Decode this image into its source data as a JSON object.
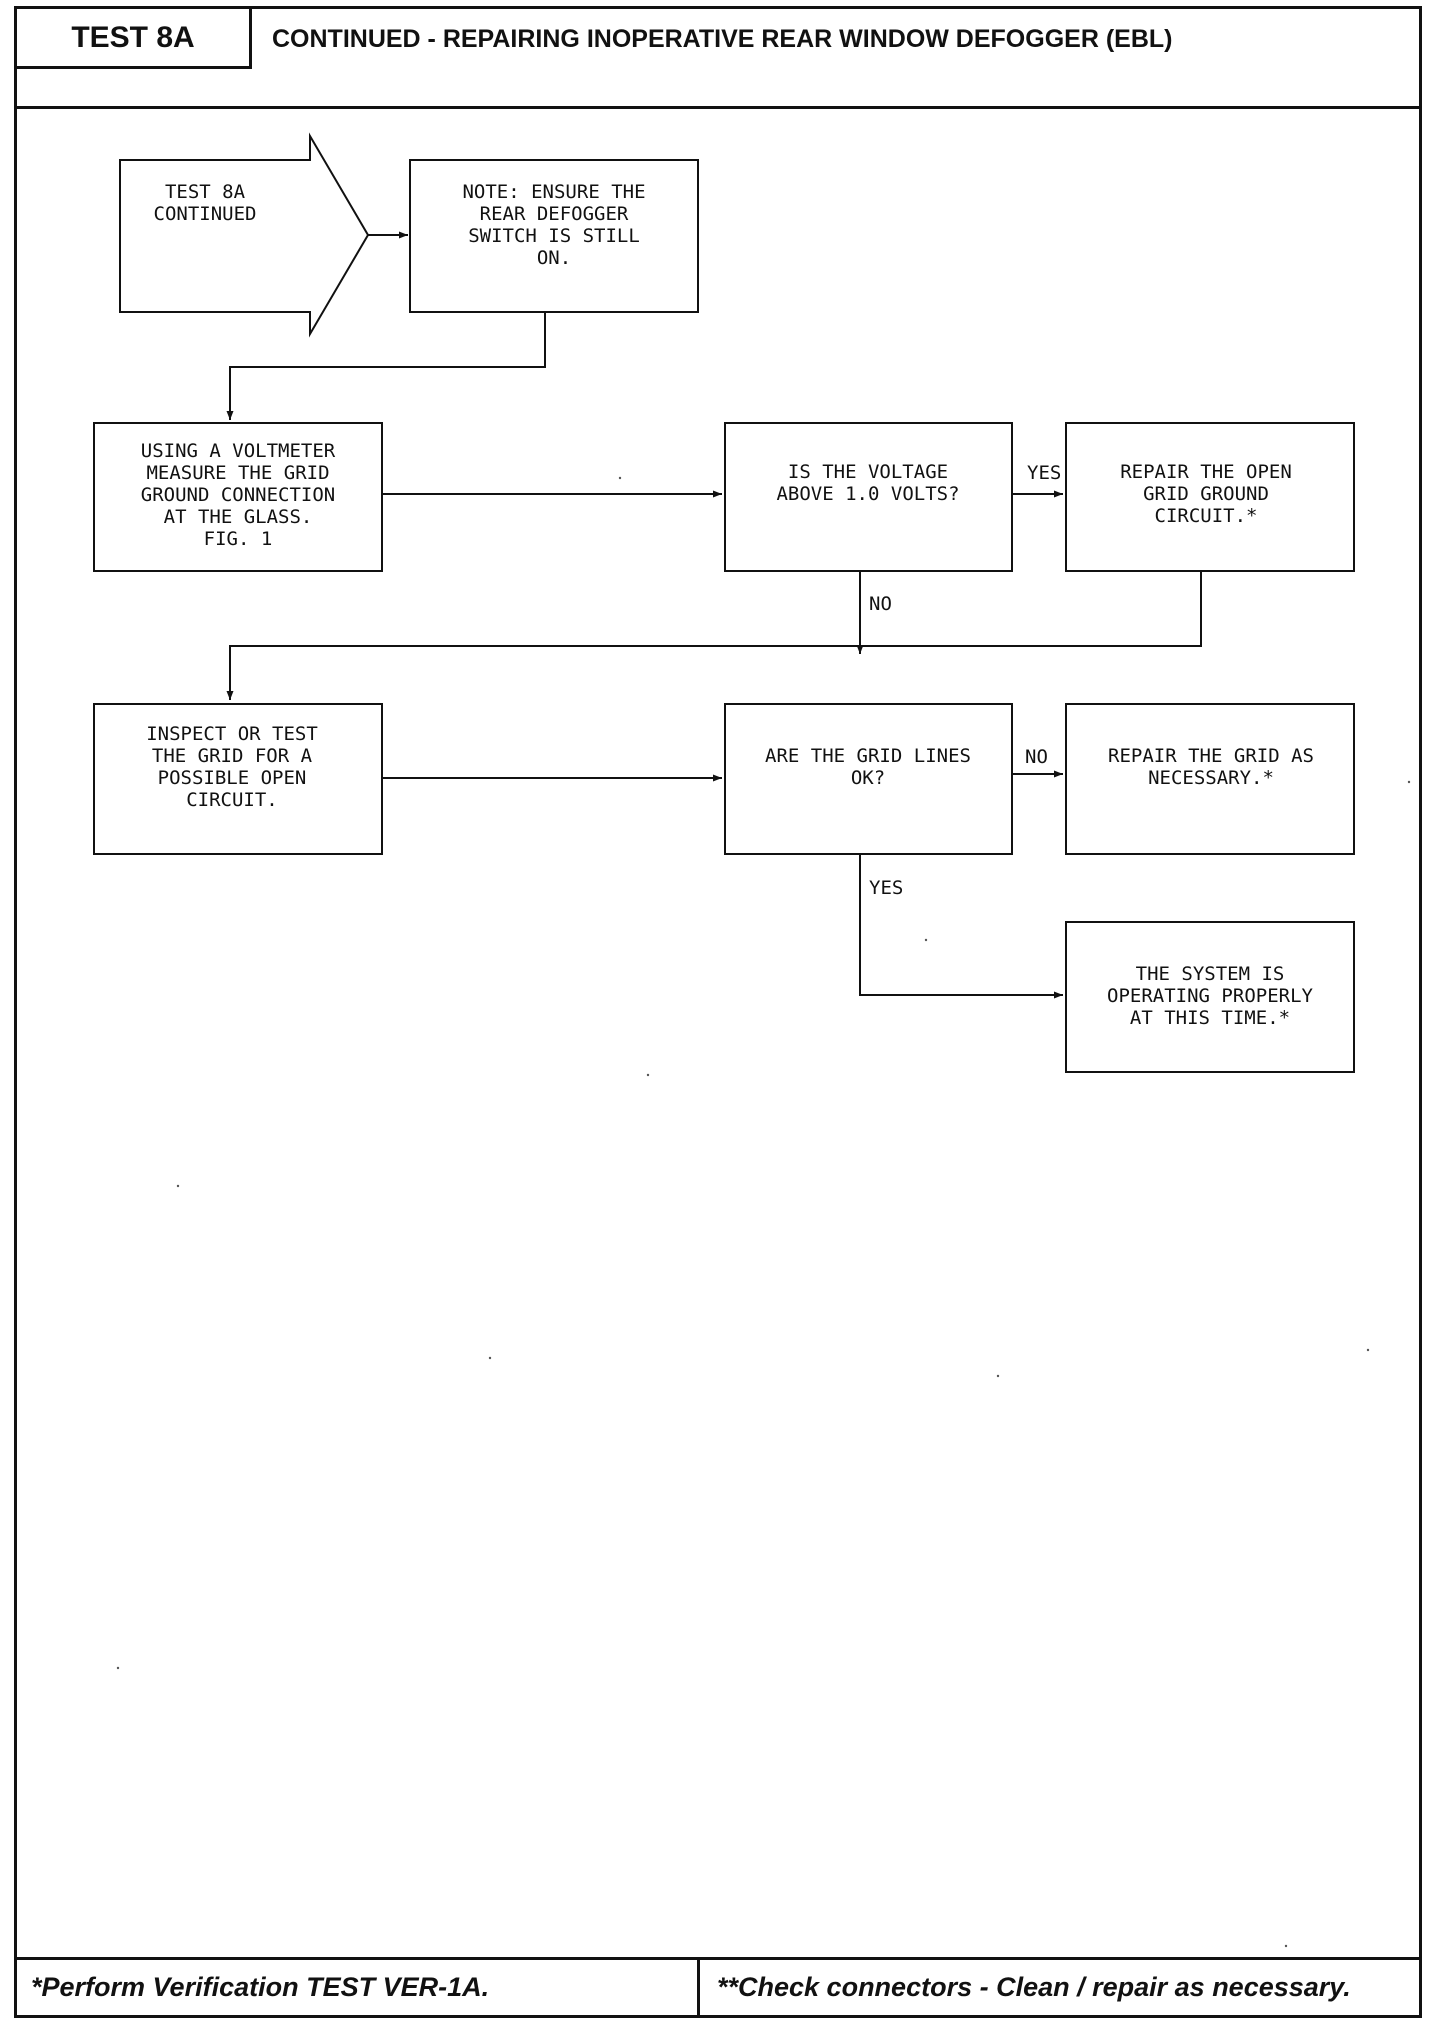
{
  "header": {
    "test_label": "TEST 8A",
    "title": "CONTINUED - REPAIRING INOPERATIVE REAR WINDOW DEFOGGER (EBL)"
  },
  "flowchart": {
    "nodes": [
      {
        "id": "start",
        "lines": [
          "TEST 8A",
          "CONTINUED"
        ]
      },
      {
        "id": "note",
        "lines": [
          "NOTE: ENSURE THE",
          "REAR DEFOGGER",
          "SWITCH IS STILL",
          "ON."
        ]
      },
      {
        "id": "voltmeter",
        "lines": [
          "USING A VOLTMETER",
          "MEASURE THE GRID",
          "GROUND CONNECTION",
          "AT THE GLASS.",
          "FIG. 1"
        ]
      },
      {
        "id": "voltage-check",
        "lines": [
          "IS THE VOLTAGE",
          "ABOVE 1.0 VOLTS?"
        ]
      },
      {
        "id": "repair-ground",
        "lines": [
          "REPAIR THE OPEN",
          "GRID GROUND",
          "CIRCUIT.*"
        ]
      },
      {
        "id": "inspect-grid",
        "lines": [
          "INSPECT OR TEST",
          "THE GRID FOR A",
          "POSSIBLE OPEN",
          "CIRCUIT."
        ]
      },
      {
        "id": "grid-lines-check",
        "lines": [
          "ARE THE GRID LINES",
          "OK?"
        ]
      },
      {
        "id": "repair-grid",
        "lines": [
          "REPAIR THE GRID AS",
          "NECESSARY.*"
        ]
      },
      {
        "id": "system-ok",
        "lines": [
          "THE SYSTEM IS",
          "OPERATING PROPERLY",
          "AT THIS TIME.*"
        ]
      }
    ],
    "labels": {
      "voltage_yes": "YES",
      "voltage_no": "NO",
      "grid_no": "NO",
      "grid_yes": "YES"
    }
  },
  "footer": {
    "left": "*Perform Verification TEST VER-1A.",
    "right": "**Check connectors - Clean / repair as necessary."
  }
}
